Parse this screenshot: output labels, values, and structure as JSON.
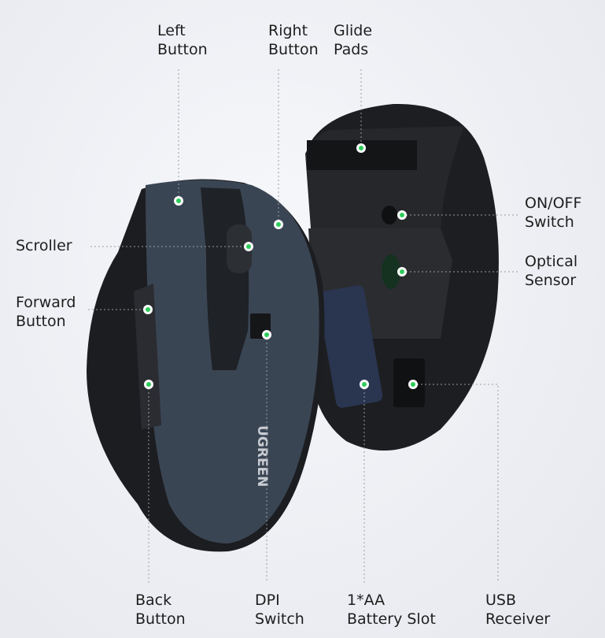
{
  "labels": {
    "left_button": "Left\nButton",
    "right_button": "Right\nButton",
    "glide_pads": "Glide\nPads",
    "on_off_switch": "ON/OFF\nSwitch",
    "optical_sensor": "Optical\nSensor",
    "scroller": "Scroller",
    "forward_button": "Forward\nButton",
    "back_button": "Back\nButton",
    "dpi_switch": "DPI\nSwitch",
    "battery_slot": "1*AA\nBattery Slot",
    "usb_receiver": "USB\nReceiver"
  },
  "brand": "UGREEN",
  "colors": {
    "dot": "#2ecc5a",
    "line": "#9a9ca3",
    "mouse_top": "#3a4554",
    "mouse_body": "#1c1d20"
  }
}
